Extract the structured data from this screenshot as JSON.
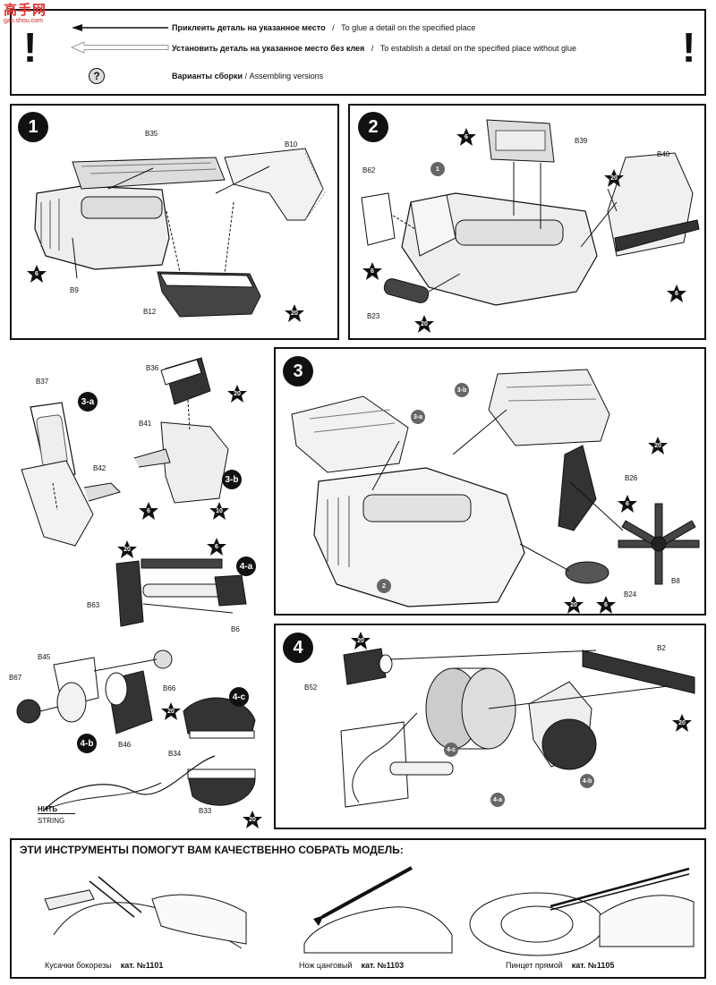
{
  "logo": {
    "main": "高手网",
    "sub": "gao.shou.com"
  },
  "legend": {
    "glue_ru": "Приклеить деталь на указанное место",
    "glue_en": "To glue a detail on the specified place",
    "noglue_ru": "Установить деталь на указанное место без клея",
    "noglue_en": "To establish a detail on the specified place without glue",
    "versions_ru": "Варианты сборки",
    "versions_en": "Assembling versions",
    "separator": "/",
    "warning_mark": "!",
    "question_mark": "?"
  },
  "steps": {
    "s1": {
      "number": "1",
      "parts": [
        "B35",
        "B10",
        "B9",
        "B12"
      ],
      "paints": [
        "6",
        "20"
      ]
    },
    "s2": {
      "number": "2",
      "parts": [
        "B39",
        "B40",
        "B62",
        "B23"
      ],
      "callout": "1",
      "paints": [
        "6",
        "20",
        "6",
        "20",
        "6"
      ]
    },
    "s3a": {
      "label": "3-a",
      "parts": [
        "B37",
        "B42"
      ]
    },
    "s3b": {
      "label": "3-b",
      "parts": [
        "B36",
        "B41"
      ],
      "paints": [
        "20",
        "6",
        "10"
      ]
    },
    "s3": {
      "number": "3",
      "callouts": [
        "3-b",
        "3-a",
        "2"
      ],
      "parts": [
        "B26",
        "B8",
        "B24"
      ],
      "paints": [
        "20",
        "6",
        "20",
        "6"
      ]
    },
    "s4a": {
      "label": "4-a",
      "parts": [
        "B63",
        "B6"
      ],
      "paints": [
        "20",
        "6"
      ]
    },
    "s4b": {
      "label": "4-b",
      "parts": [
        "B45",
        "B67",
        "B66",
        "B46"
      ],
      "paints": [
        "20"
      ]
    },
    "s4c": {
      "label": "4-c",
      "parts": [
        "B34",
        "B33"
      ],
      "paints": [
        "20"
      ],
      "string_ru": "НИТЬ",
      "string_en": "STRING"
    },
    "s4": {
      "number": "4",
      "parts": [
        "B52",
        "B2"
      ],
      "callouts": [
        "4-c",
        "4-b",
        "4-a"
      ],
      "paints": [
        "20",
        "20"
      ]
    }
  },
  "tools": {
    "heading": "ЭТИ ИНСТРУМЕНТЫ ПОМОГУТ ВАМ КАЧЕСТВЕННО СОБРАТЬ МОДЕЛЬ:",
    "items": [
      {
        "name": "Кусачки бокорезы",
        "cat": "кат. №1101"
      },
      {
        "name": "Нож цанговый",
        "cat": "кат. №1103"
      },
      {
        "name": "Пинцет прямой",
        "cat": "кат. №1105"
      }
    ]
  }
}
